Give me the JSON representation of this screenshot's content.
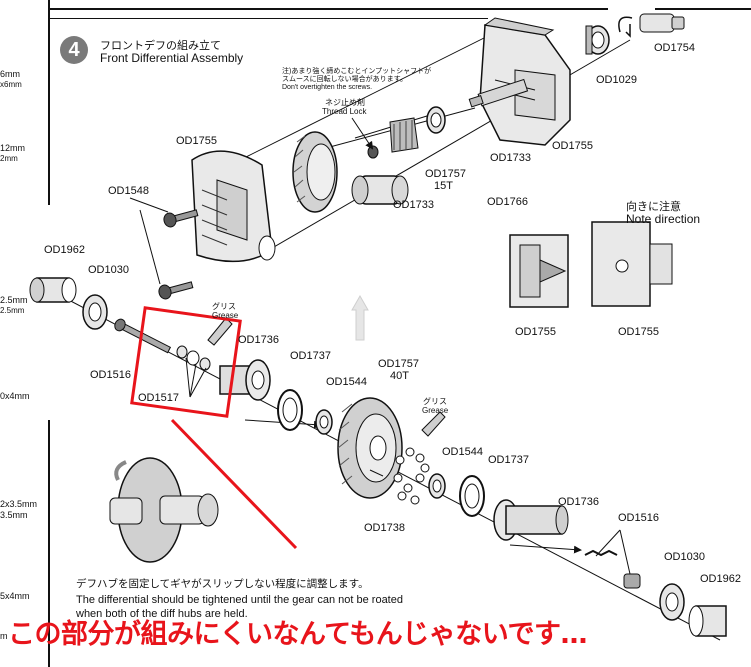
{
  "step": {
    "number": "4",
    "title_ja": "フロントデフの組み立て",
    "title_en": "Front Differential Assembly"
  },
  "left_margin_labels": [
    "6mm",
    "x6mm",
    "12mm",
    "2mm",
    "2.5mm",
    "2.5mm",
    "0x4mm",
    "2x3.5mm",
    "3.5mm",
    "5x4mm",
    "m"
  ],
  "notes": {
    "screw_ja_1": "注)あまり強く締めこむとインプットシャフトが",
    "screw_ja_2": "スムースに回転しない場合があります。",
    "screw_en": "Don't overtighten the screws.",
    "thread_lock_ja": "ネジ止め剤",
    "thread_lock_en": "Thread Lock",
    "grease_ja_1": "グリス",
    "grease_en_1": "Grease",
    "grease_ja_2": "グリス",
    "grease_en_2": "Grease",
    "direction_ja": "向きに注意",
    "direction_en": "Note direction"
  },
  "parts": {
    "od1754": "OD1754",
    "od1029": "OD1029",
    "od1755_top": "OD1755",
    "od1733_top": "OD1733",
    "od1755_left": "OD1755",
    "od1757_top": "OD1757",
    "od1757_top_sub": "15T",
    "od1766": "OD1766",
    "od1733_mid": "OD1733",
    "od1548": "OD1548",
    "od1962_left": "OD1962",
    "od1030_left": "OD1030",
    "od1755_note_a": "OD1755",
    "od1755_note_b": "OD1755",
    "od1736_left": "OD1736",
    "od1737_left": "OD1737",
    "od1757_mid": "OD1757",
    "od1757_mid_sub": "40T",
    "od1516_left": "OD1516",
    "od1544_left": "OD1544",
    "od1517": "OD1517",
    "od1544_right": "OD1544",
    "od1737_right": "OD1737",
    "od1738": "OD1738",
    "od1736_right": "OD1736",
    "od1516_right": "OD1516",
    "od1030_right": "OD1030",
    "od1962_right": "OD1962"
  },
  "caption": {
    "ja": "デフハブを固定してギヤがスリップしない程度に調整します。",
    "en_1": "The differential should be tightened until the gear can not be roated",
    "en_2": "when both of the diff hubs are held."
  },
  "banner": "この部分が組みにくいなんてもんじゃないです…",
  "colors": {
    "highlight": "#e8141b",
    "step_circle": "#7a7a7a"
  }
}
